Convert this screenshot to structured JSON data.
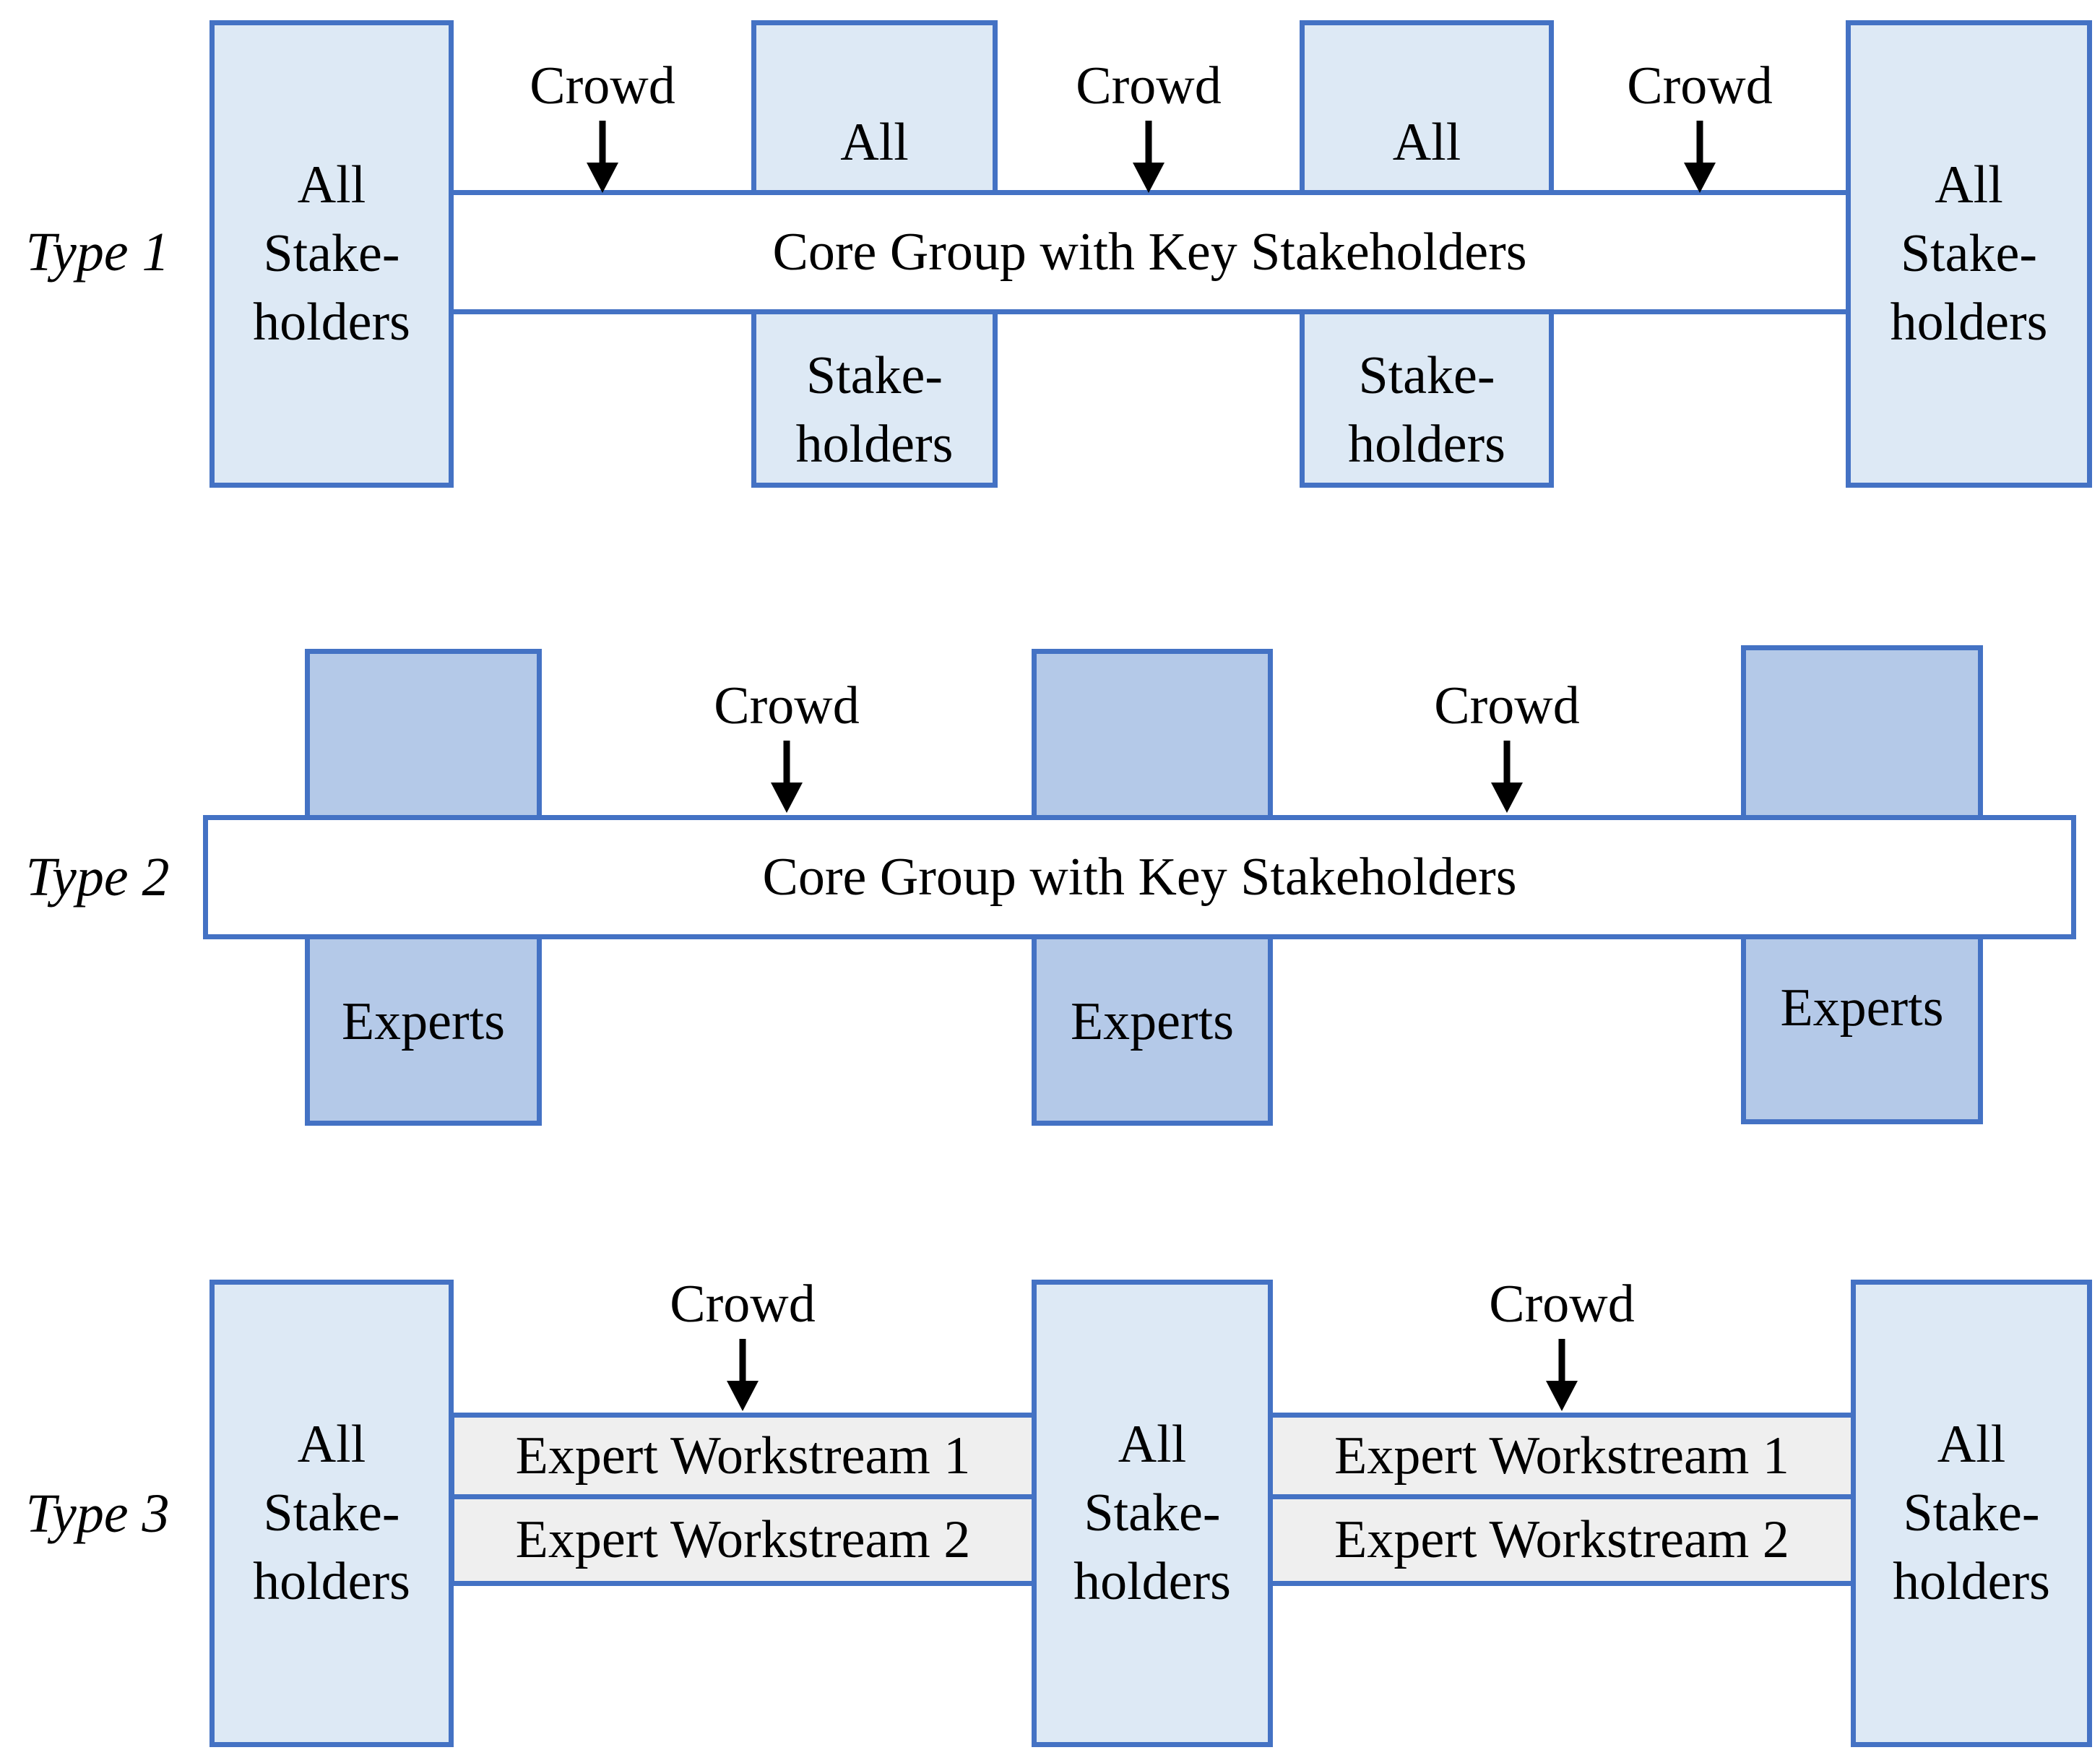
{
  "colors": {
    "border_blue": "#4472c4",
    "box_fill_light": "#dde9f5",
    "box_fill_medium": "#b4c9e8",
    "workstream_fill": "#efefef",
    "bar_fill": "#ffffff",
    "text_color": "#000000"
  },
  "icons": {
    "crowd_arrow": "down-arrow"
  },
  "rows": {
    "type1": {
      "label": "Type 1",
      "crowd": "Crowd",
      "bar_text": "Core Group with Key Stakeholders",
      "outer_box_lines": [
        "All",
        "Stake-",
        "holders"
      ],
      "middle_box_top": "All",
      "middle_box_bottom_lines": [
        "Stake-",
        "holders"
      ]
    },
    "type2": {
      "label": "Type 2",
      "crowd": "Crowd",
      "bar_text": "Core Group with Key Stakeholders",
      "experts_label": "Experts"
    },
    "type3": {
      "label": "Type 3",
      "crowd": "Crowd",
      "box_lines": [
        "All",
        "Stake-",
        "holders"
      ],
      "workstream_1": "Expert Workstream 1",
      "workstream_2": "Expert Workstream 2"
    }
  }
}
